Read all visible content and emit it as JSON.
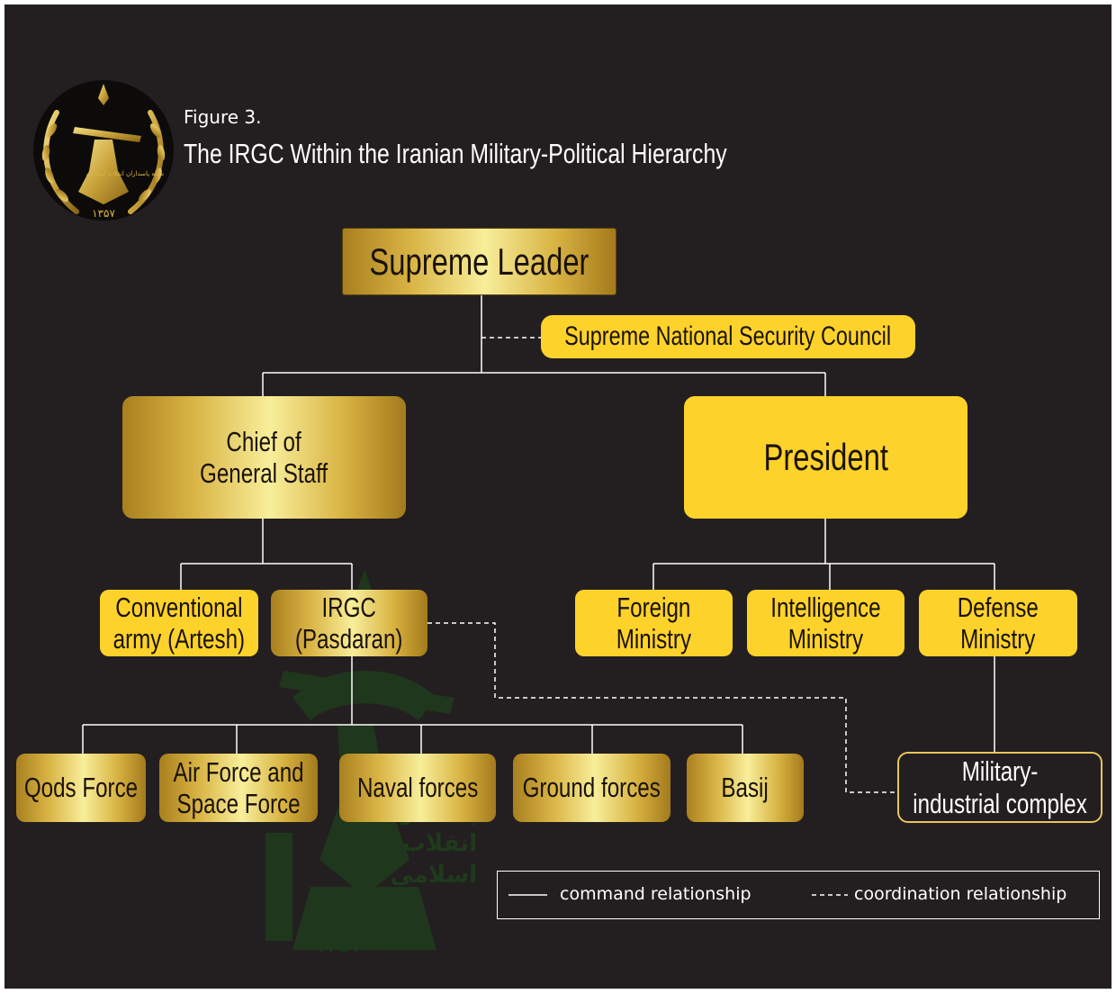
{
  "figure": {
    "label": "Figure 3.",
    "title": "The IRGC Within the Iranian Military-Political Hierarchy"
  },
  "emblem": {
    "year_text": "۱۳۵۷",
    "motto_text": "سپاه پاسداران انقلاب اسلامی",
    "watermark_text": "پاسداران انقلاب اسلامی"
  },
  "nodes": {
    "supreme_leader": "Supreme Leader",
    "snsc": "Supreme National Security Council",
    "chief_staff": "Chief of\nGeneral Staff",
    "president": "President",
    "artesh": "Conventional\narmy (Artesh)",
    "irgc": "IRGC\n(Pasdaran)",
    "foreign": "Foreign\nMinistry",
    "intelligence": "Intelligence\nMinistry",
    "defense": "Defense\nMinistry",
    "qods": "Qods Force",
    "airforce": "Air Force and\nSpace Force",
    "naval": "Naval forces",
    "ground": "Ground forces",
    "basij": "Basij",
    "mic": "Military-\nindustrial complex"
  },
  "legend": {
    "command_symbol": "——",
    "command": "command relationship",
    "coordination_symbol": "-----",
    "coordination": "coordination relationship"
  },
  "colors": {
    "background": "#231f20",
    "yellow_box": "#fdd22b",
    "gold_dark": "#a8801e",
    "gold_light": "#f8ee9a",
    "watermark_green": "#1f3a1c",
    "line": "#ffffff"
  }
}
